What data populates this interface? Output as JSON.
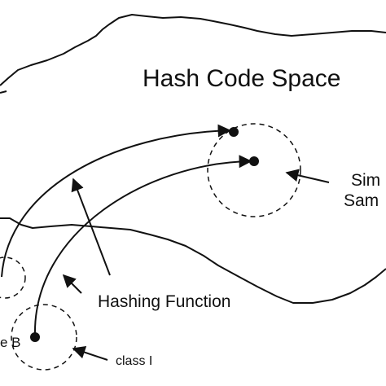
{
  "colors": {
    "background": "#ffffff",
    "ink": "#111111"
  },
  "title": "Hash Code Space",
  "labels": {
    "hashing_function": "Hashing Function",
    "similar_line1": "Sim",
    "similar_line2": "Sam",
    "class_b_partial": "e B",
    "class_i": "class I"
  }
}
